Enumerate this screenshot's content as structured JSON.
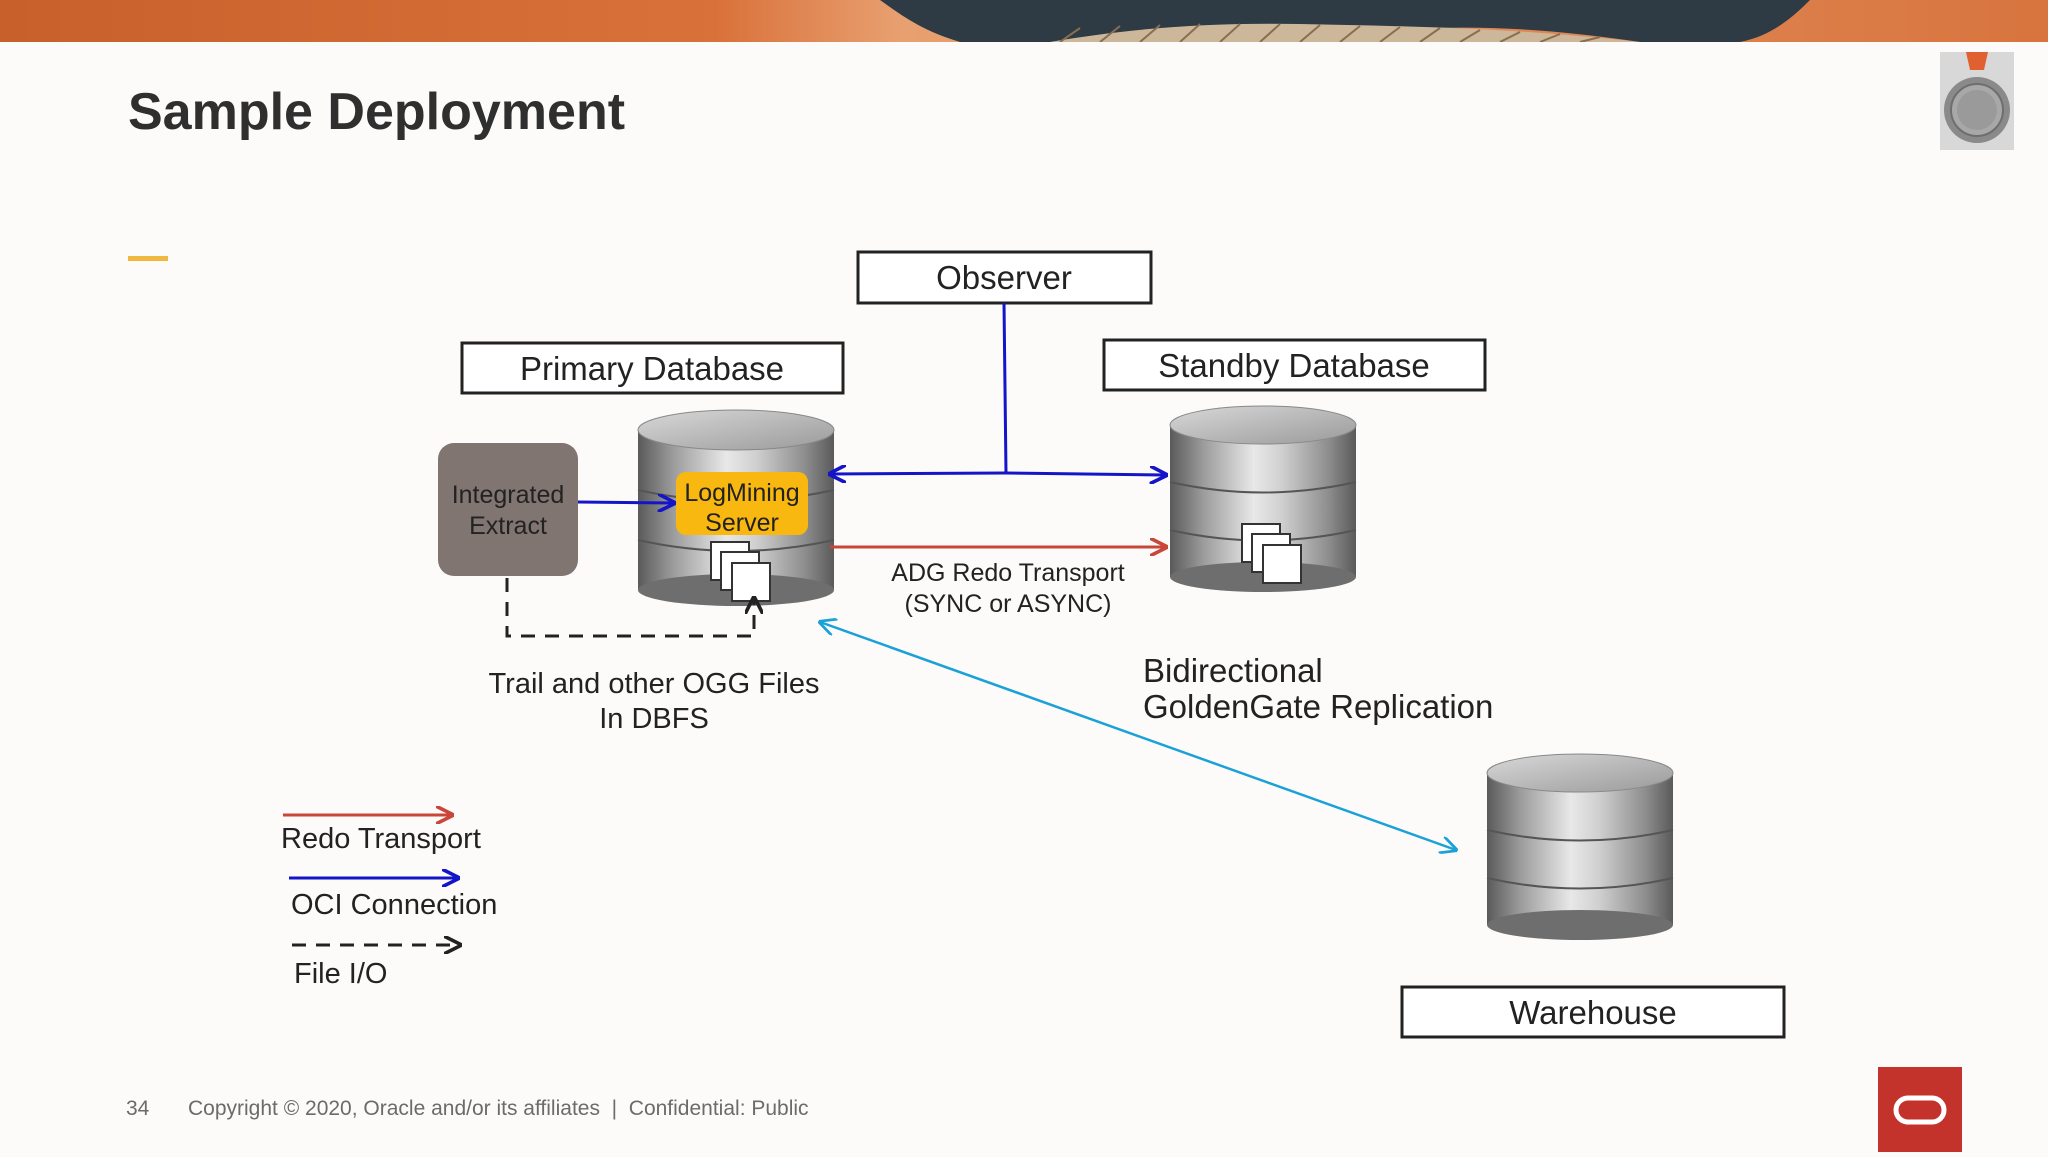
{
  "slide": {
    "title": "Sample Deployment"
  },
  "diagram": {
    "observer_label": "Observer",
    "primary_label": "Primary Database",
    "standby_label": "Standby Database",
    "warehouse_label": "Warehouse",
    "integrated_extract": [
      "Integrated",
      "Extract"
    ],
    "logmining": [
      "LogMining",
      "Server"
    ],
    "adg_transport": [
      "ADG Redo Transport",
      "(SYNC or ASYNC)"
    ],
    "trail_files": [
      "Trail and other OGG Files",
      "In DBFS"
    ],
    "bidirectional": [
      "Bidirectional",
      "GoldenGate Replication"
    ]
  },
  "legend": {
    "redo": "Redo Transport",
    "oci": "OCI Connection",
    "file_io": "File I/O"
  },
  "colors": {
    "redo": "#c8463a",
    "oci": "#1414c8",
    "replication": "#1aa2d8",
    "file_io": "#222222",
    "logmining_bg": "#f9b80f",
    "extract_bg": "#807570",
    "oracle_red": "#c4332b",
    "accent": "#f0b840"
  },
  "footer": {
    "page_number": "34",
    "copyright": "Copyright © 2020, Oracle and/or its affiliates",
    "separator": "|",
    "classification": "Confidential: Public"
  },
  "icons": {
    "badge": "award-medal-icon",
    "logo": "oracle-logo-icon",
    "files": "file-stack-icon",
    "database": "database-cylinder-icon"
  }
}
